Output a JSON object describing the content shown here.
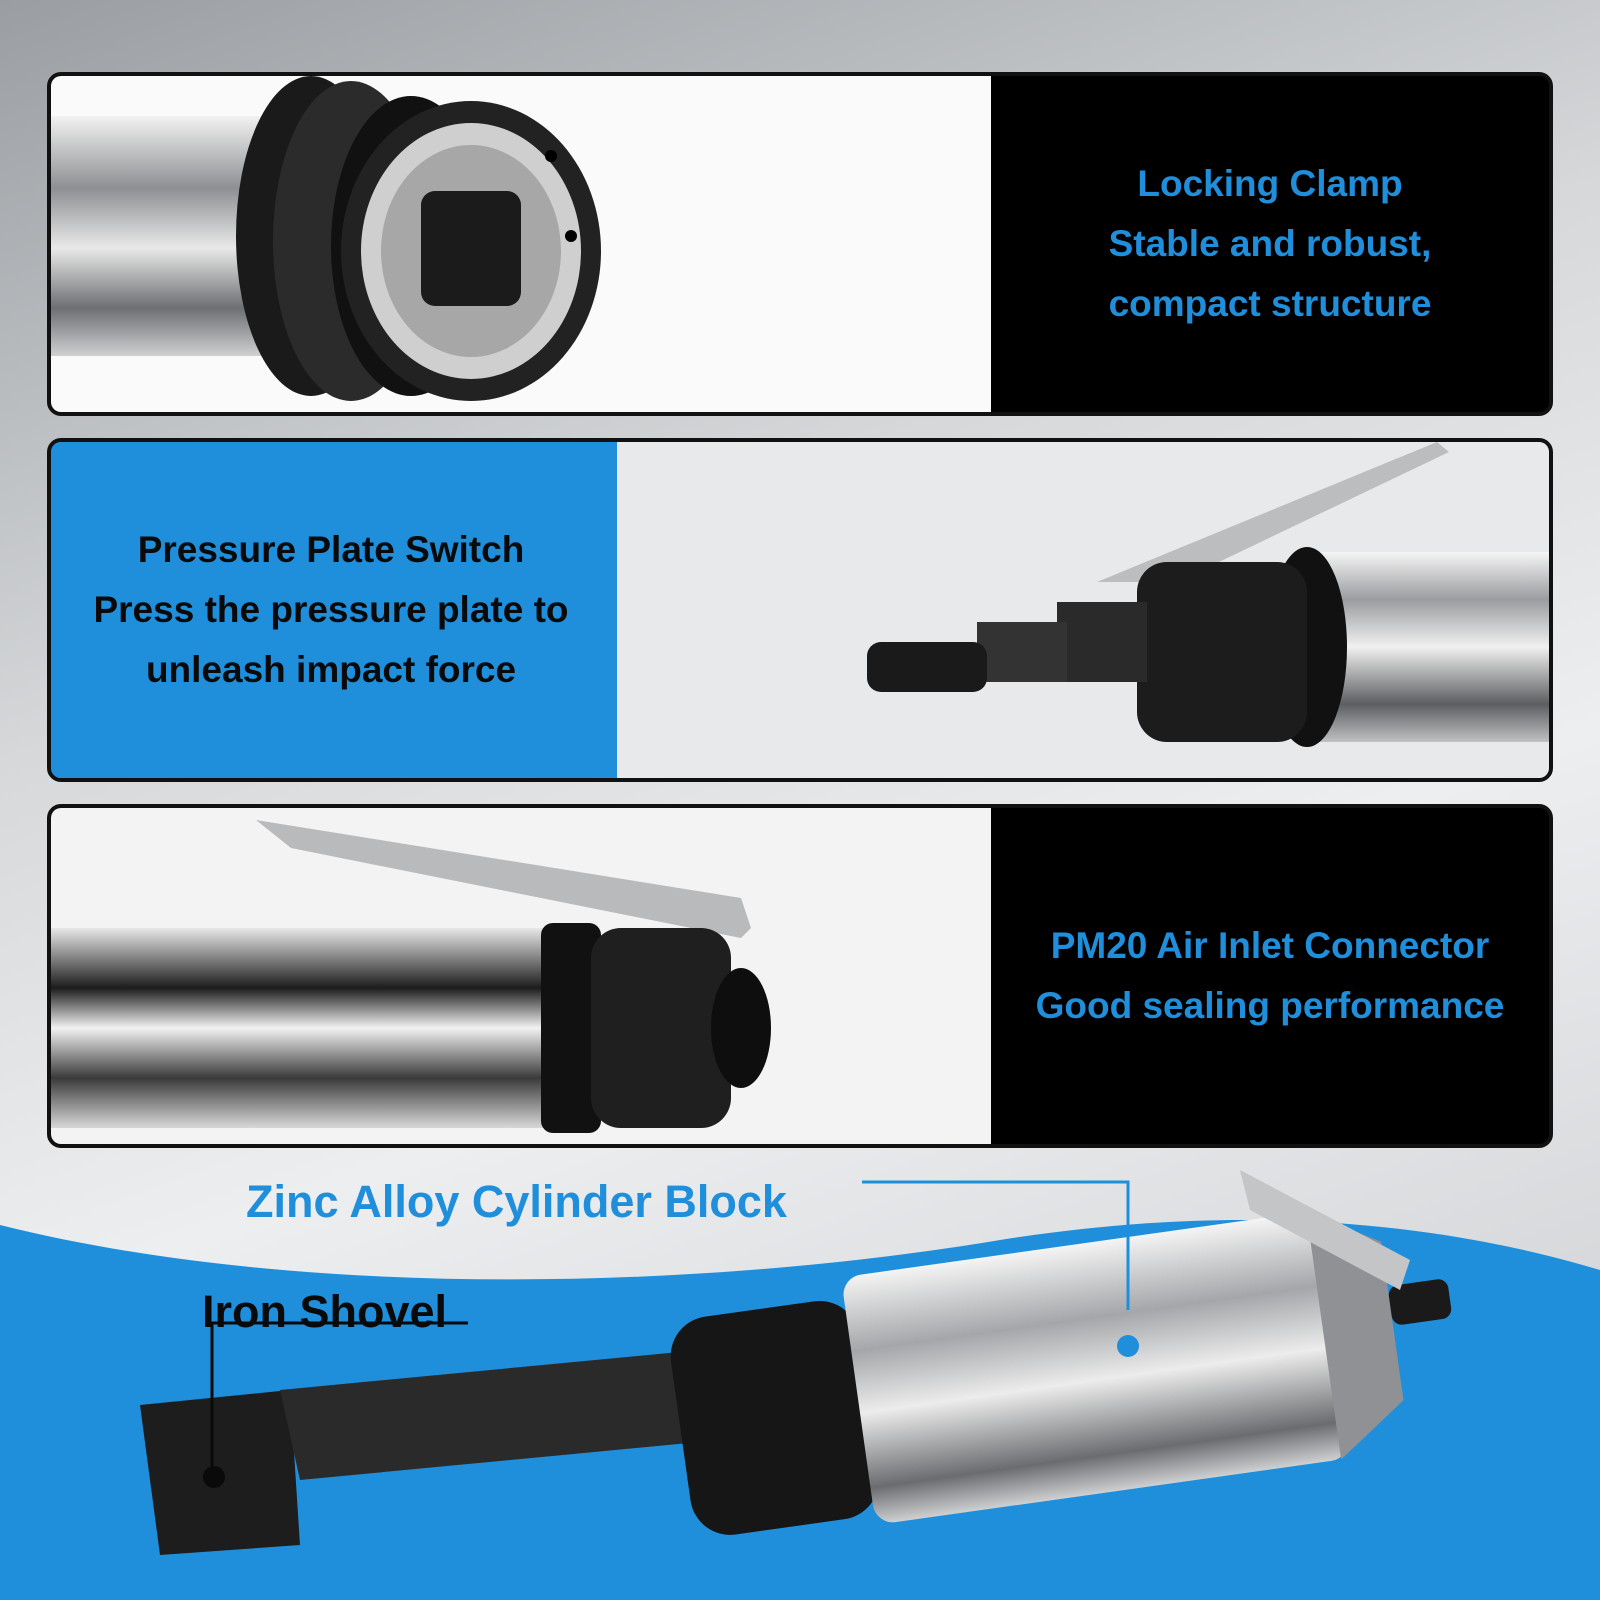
{
  "colors": {
    "accent_blue": "#1f8fdb",
    "panel_black": "#000000",
    "text_dark": "#0a0a0a"
  },
  "panels": [
    {
      "id": "locking-clamp",
      "lines": [
        "Locking Clamp",
        "Stable and robust,",
        "compact structure"
      ],
      "image": "chrome-tool-end-square-socket"
    },
    {
      "id": "pressure-plate",
      "lines": [
        "Pressure Plate Switch",
        "Press the pressure plate to",
        "unleash impact force"
      ],
      "image": "lever-and-air-inlet-fitting"
    },
    {
      "id": "air-inlet",
      "lines": [
        "PM20 Air Inlet Connector",
        "Good sealing performance"
      ],
      "image": "chrome-barrel-with-lever"
    }
  ],
  "callouts": {
    "cylinder": "Zinc Alloy Cylinder Block",
    "shovel": "Iron Shovel"
  }
}
